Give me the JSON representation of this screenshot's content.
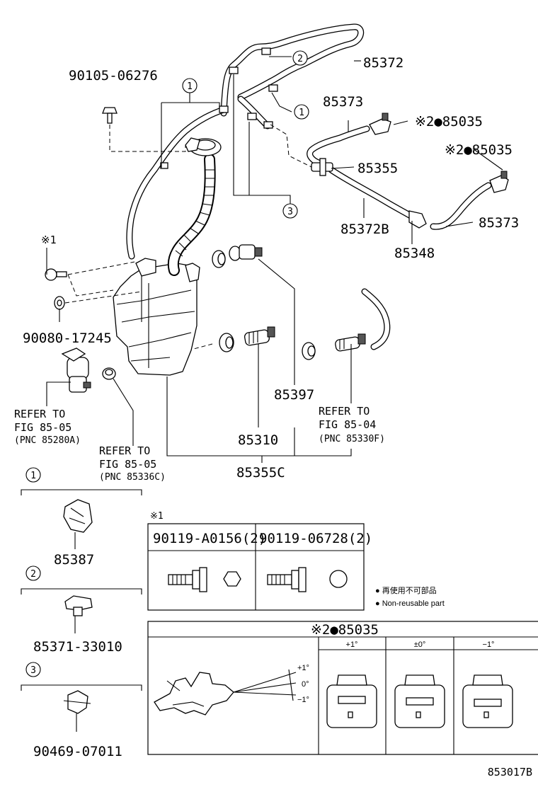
{
  "callouts": {
    "pn_85372": "85372",
    "pn_90105": "90105-06276",
    "pn_85373_top": "85373",
    "pn_85035_a": "※2●85035",
    "pn_85035_b": "※2●85035",
    "pn_85355": "85355",
    "pn_85372B": "85372B",
    "pn_85373_right": "85373",
    "pn_85348": "85348",
    "pn_x1": "※1",
    "pn_90080": "90080-17245",
    "pn_85397": "85397",
    "pn_85310": "85310",
    "pn_85355C": "85355C",
    "refer_a_1": "REFER TO",
    "refer_a_2": "FIG 85-05",
    "refer_a_3": "(PNC 85280A)",
    "refer_b_1": "REFER TO",
    "refer_b_2": "FIG 85-05",
    "refer_b_3": "(PNC 85336C)",
    "refer_c_1": "REFER TO",
    "refer_c_2": "FIG 85-04",
    "refer_c_3": "(PNC 85330F)",
    "circ_1a": "1",
    "circ_1b": "1",
    "circ_2": "2",
    "circ_3": "3"
  },
  "legend_parts": {
    "n1": "1",
    "n1_pn": "85387",
    "n2": "2",
    "n2_pn": "85371-33010",
    "n3": "3",
    "n3_pn": "90469-07011"
  },
  "bolt_table": {
    "note": "※1",
    "col1": "90119-A0156(2)",
    "col2": "90119-06728(2)"
  },
  "non_reusable": {
    "jp": "● 再使用不可部品",
    "en": "● Non-reusable part"
  },
  "nozzle_table": {
    "title": "※2●85035",
    "col_plus": "+1°",
    "col_zero": "±0°",
    "col_minus": "−1°",
    "ang_plus": "+1°",
    "ang_zero": "0°",
    "ang_minus": "−1°"
  },
  "figure_id": "853017B"
}
